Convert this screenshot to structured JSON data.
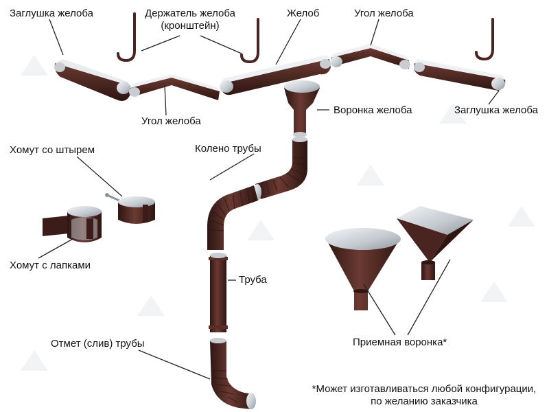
{
  "labels": {
    "end_cap_left": "Заглушка желоба",
    "bracket_line1": "Держатель желоба",
    "bracket_line2": "(кронштейн)",
    "gutter": "Желоб",
    "corner_top": "Угол желоба",
    "corner_bottom": "Угол желоба",
    "funnel": "Воронка желоба",
    "end_cap_right": "Заглушка желоба",
    "clamp_pin": "Хомут со штырем",
    "elbow": "Колено трубы",
    "clamp_tabs": "Хомут с лапками",
    "pipe": "Труба",
    "outlet": "Отмет (слив) трубы",
    "receiver_funnel": "Приемная воронка*",
    "footnote_line1": "*Может изготавливаться любой конфигурации,",
    "footnote_line2": "по желанию заказчика"
  },
  "colors": {
    "brown": "#4a2420",
    "brown_light": "#6b3a32",
    "brown_dark": "#2e1512",
    "steel": "#c9cdd2",
    "steel_light": "#eef0f3",
    "leader": "#222222",
    "watermark": "#6a7a8a"
  },
  "watermark_icon": "logo-tree-icon"
}
